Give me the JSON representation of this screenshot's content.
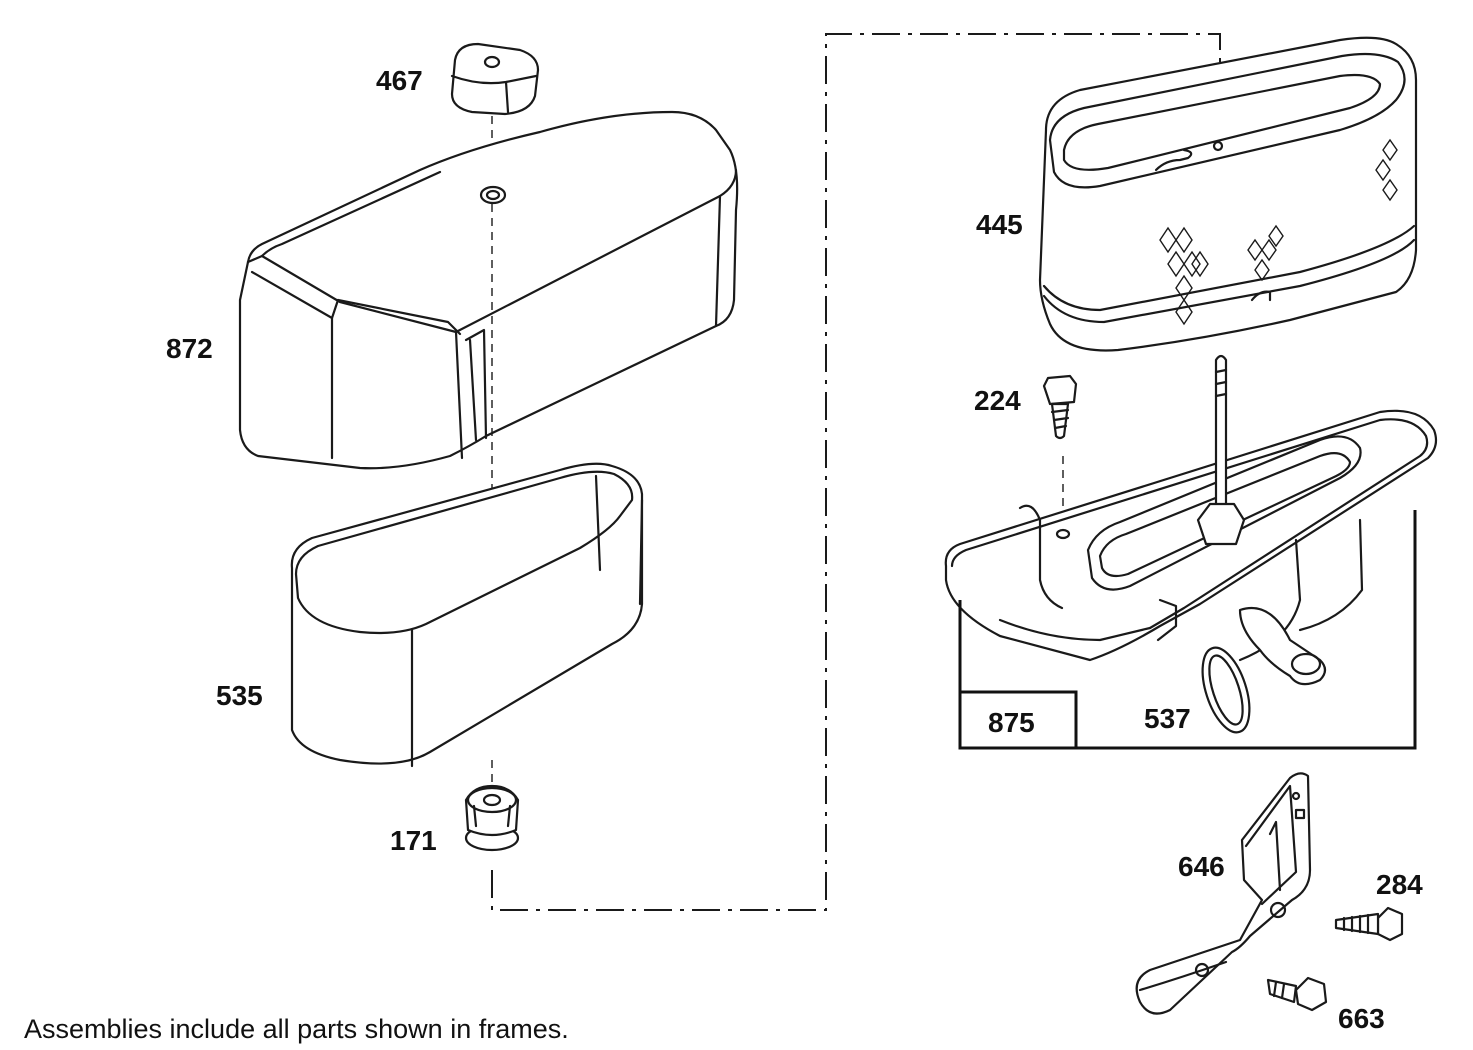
{
  "parts": {
    "467": "467",
    "872": "872",
    "535": "535",
    "171": "171",
    "445": "445",
    "224": "224",
    "875": "875",
    "537": "537",
    "646": "646",
    "284": "284",
    "663": "663"
  },
  "footnote": "Assemblies include all parts shown in frames."
}
